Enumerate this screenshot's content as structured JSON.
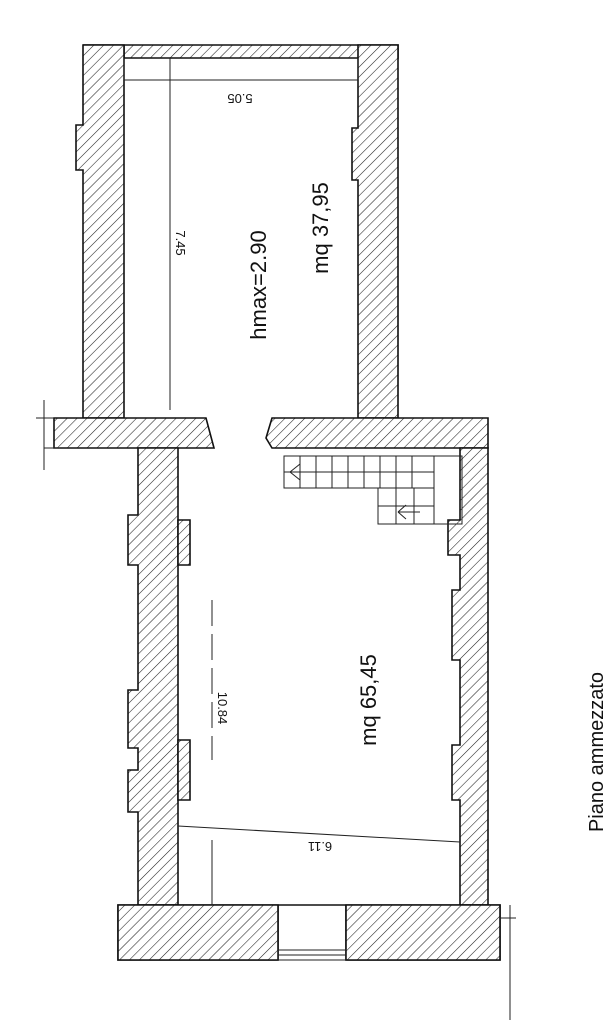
{
  "plan": {
    "title": "Piano ammezzato",
    "rooms": [
      {
        "area_label": "mq 37,95",
        "height_label": "hmax=2.90"
      },
      {
        "area_label": "mq 65,45"
      }
    ],
    "dimensions": {
      "upper_width": "5.05",
      "upper_length": "7.45",
      "lower_length": "10.84",
      "lower_width": "6.11"
    },
    "colors": {
      "line": "#111111",
      "background": "#ffffff"
    }
  }
}
